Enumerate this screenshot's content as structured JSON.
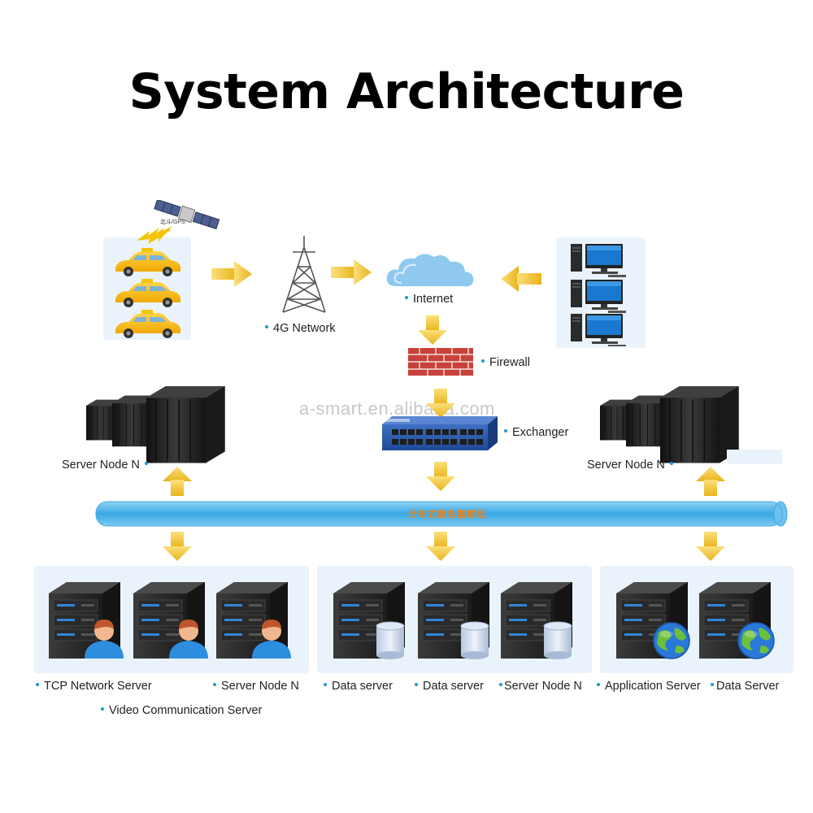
{
  "title": "System Architecture",
  "watermark": "a-smart.en.alibaba.com",
  "top": {
    "satellite_label": "北斗/GPS",
    "network_label": "4G Network",
    "internet_label": "Internet",
    "firewall_label": "Firewall",
    "exchanger_label": "Exchanger"
  },
  "cluster": {
    "left_label": "Server Node N",
    "right_label": "Server Node N",
    "bus_label": "分布式服务器群组"
  },
  "groups": [
    {
      "labels": [
        "TCP Network Server",
        "Server Node N"
      ],
      "extra_label": "Video Communication Server"
    },
    {
      "labels": [
        "Data server",
        "Data server",
        "Server Node N"
      ]
    },
    {
      "labels": [
        "Application Server",
        "Data Server"
      ]
    }
  ],
  "colors": {
    "arrow": "#f2c230",
    "bus": "#5ab8ea",
    "panel": "#eaf3fb",
    "accent_dot": "#1a9ad6",
    "server_body": "#2d2d2d",
    "server_led": "#2f86d8"
  }
}
